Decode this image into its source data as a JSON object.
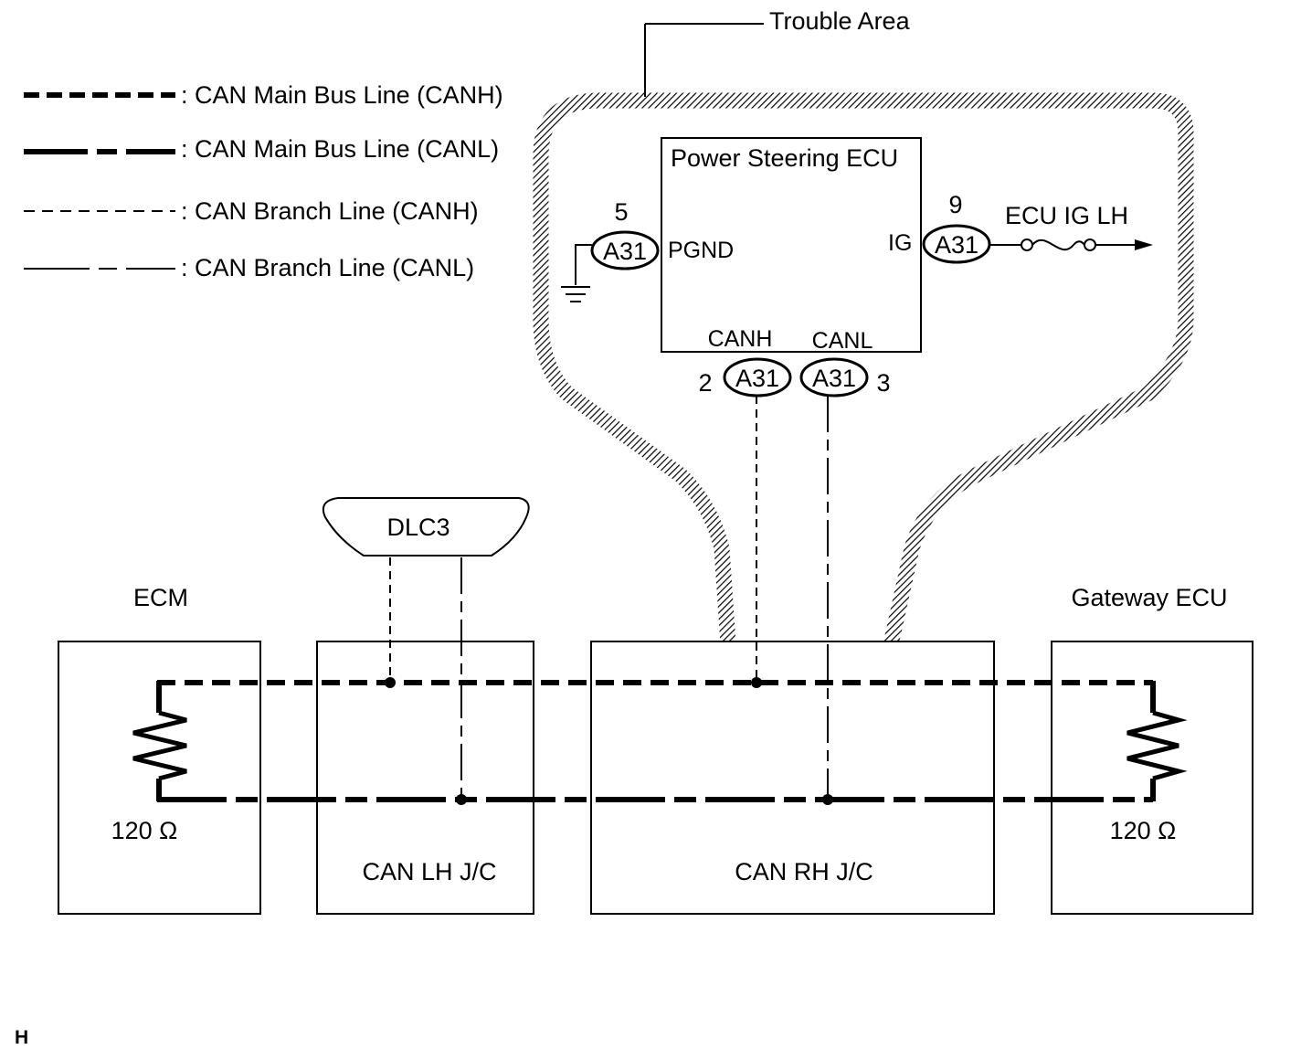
{
  "legend": {
    "main_canh": ": CAN Main Bus Line (CANH)",
    "main_canl": ": CAN Main Bus Line (CANL)",
    "branch_canh": ": CAN Branch Line (CANH)",
    "branch_canl": ": CAN Branch Line (CANL)"
  },
  "trouble_area": "Trouble Area",
  "power_steering_ecu": {
    "title": "Power Steering ECU",
    "pgnd": {
      "pin": "5",
      "connector": "A31",
      "label": "PGND"
    },
    "ig": {
      "pin": "9",
      "connector": "A31",
      "label": "IG",
      "destination": "ECU IG LH"
    },
    "canh": {
      "pin": "2",
      "connector": "A31",
      "label": "CANH"
    },
    "canl": {
      "pin": "3",
      "connector": "A31",
      "label": "CANL"
    }
  },
  "dlc3": "DLC3",
  "ecm": {
    "title": "ECM",
    "resistor": "120 Ω"
  },
  "can_lh_jc": "CAN LH J/C",
  "can_rh_jc": "CAN RH J/C",
  "gateway_ecu": {
    "title": "Gateway ECU",
    "resistor": "120 Ω"
  },
  "footer_mark": "H"
}
